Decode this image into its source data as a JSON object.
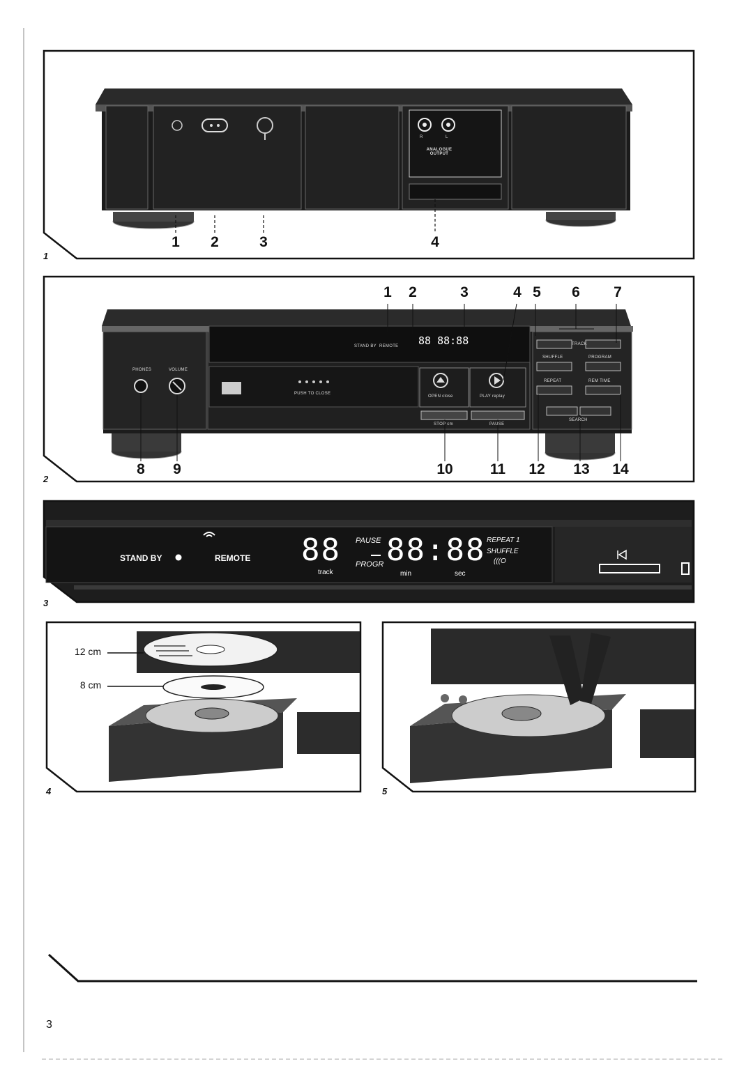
{
  "page": {
    "number": "3"
  },
  "figures": [
    {
      "id": "fig1",
      "label": "1",
      "rear_panel": {
        "analogue_output_label": "ANALOGUE OUTPUT",
        "jack_r": "R",
        "jack_l": "L"
      },
      "callouts": [
        "1",
        "2",
        "3",
        "4"
      ]
    },
    {
      "id": "fig2",
      "label": "2",
      "front_panel": {
        "phones": "PHONES",
        "volume": "VOLUME",
        "push_to_close": "PUSH TO CLOSE",
        "stand_by": "STAND BY",
        "remote": "REMOTE",
        "open_close": "OPEN close",
        "play_replay": "PLAY replay",
        "stop_cm": "STOP cm",
        "pause": "PAUSE",
        "track": "TRACK",
        "shuffle": "SHUFFLE",
        "program": "PROGRAM",
        "repeat": "REPEAT",
        "rem_time": "REM TIME",
        "search": "SEARCH",
        "display_digits": "88 88:88"
      },
      "callouts_top": [
        "1",
        "2",
        "3",
        "4",
        "5",
        "6",
        "7"
      ],
      "callouts_bottom": [
        "8",
        "9",
        "10",
        "11",
        "12",
        "13",
        "14"
      ]
    },
    {
      "id": "fig3",
      "label": "3",
      "display": {
        "stand_by": "STAND BY",
        "remote": "REMOTE",
        "track_digits": "88",
        "time_digits": "88:88",
        "pause": "PAUSE",
        "progr": "PROGR",
        "repeat": "REPEAT 1",
        "shuffle": "SHUFFLE",
        "ir_icon": "(((O",
        "track_unit": "track",
        "min_unit": "min",
        "sec_unit": "sec"
      }
    },
    {
      "id": "fig4",
      "label": "4",
      "disc_sizes": [
        "12 cm",
        "8 cm"
      ]
    },
    {
      "id": "fig5",
      "label": "5"
    }
  ]
}
